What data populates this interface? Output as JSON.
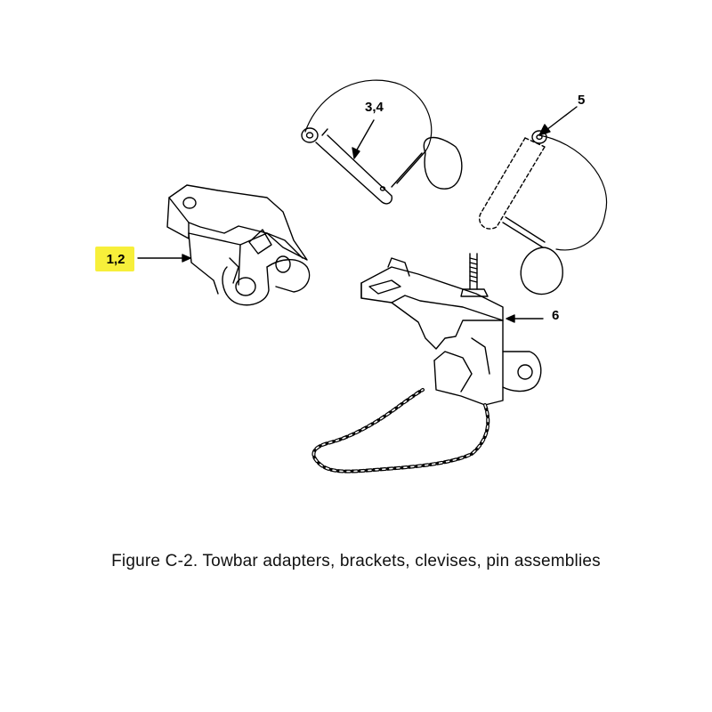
{
  "callouts": {
    "item_1_2": "1,2",
    "item_3_4": "3,4",
    "item_5": "5",
    "item_6": "6"
  },
  "highlight_color": "#f7ef3a",
  "caption": "Figure C-2. Towbar adapters, brackets, clevises, pin assemblies"
}
